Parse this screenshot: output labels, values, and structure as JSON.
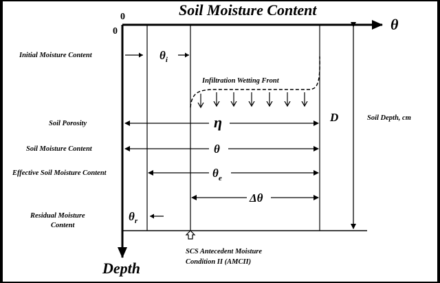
{
  "title": "Soil Moisture Content",
  "axis": {
    "x_symbol": "θ",
    "y_label": "Depth",
    "origin_top": "0",
    "origin_left": "0"
  },
  "labels": {
    "initial": "Initial Moisture Content",
    "porosity": "Soil Porosity",
    "moisture": "Soil Moisture Content",
    "effective": "Effective Soil Moisture Content",
    "residual_1": "Residual Moisture",
    "residual_2": "Content",
    "front": "Infiltration Wetting Front",
    "depth_symbol": "D",
    "depth_desc": "Soil Depth, cm",
    "scs_1": "SCS Antecedent Moisture",
    "scs_2": "Condition II (AMCII)"
  },
  "symbols": {
    "theta_i_base": "θ",
    "theta_i_sub": "i",
    "eta": "η",
    "theta": "θ",
    "theta_e_base": "θ",
    "theta_e_sub": "e",
    "delta_theta": "Δθ",
    "theta_r_base": "θ",
    "theta_r_sub": "r"
  }
}
